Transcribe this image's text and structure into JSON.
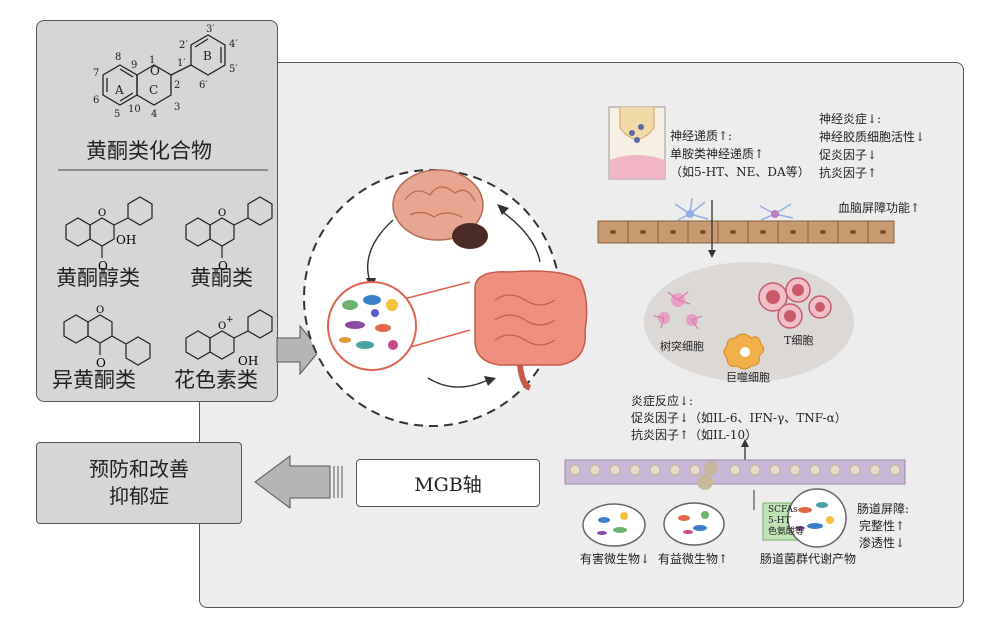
{
  "flavonoids": {
    "title": "黄酮类化合物",
    "classes": [
      "黄酮醇类",
      "黄酮类",
      "异黄酮类",
      "花色素类"
    ],
    "ring_labels": {
      "A": "A",
      "B": "B",
      "C": "C"
    },
    "atom_numbers": [
      "1",
      "2",
      "3",
      "4",
      "5",
      "6",
      "7",
      "8",
      "9",
      "10",
      "1′",
      "2′",
      "3′",
      "4′",
      "5′",
      "6′"
    ],
    "substituents": {
      "O": "O",
      "OH": "OH",
      "O_plus": "+"
    }
  },
  "prevention": {
    "line1": "预防和改善",
    "line2": "抑郁症"
  },
  "mgb_axis": "MGB轴",
  "neurotransmitter": {
    "line1": "神经递质↑:",
    "line2": "单胺类神经递质↑",
    "line3": "（如5-HT、NE、DA等）"
  },
  "neuroinflammation": {
    "line1": "神经炎症↓:",
    "line2": "神经胶质细胞活性↓",
    "line3": "促炎因子↓",
    "line4": "抗炎因子↑"
  },
  "bbb": "血脑屏障功能↑",
  "immune_cells": {
    "dendritic": "树突细胞",
    "t_cell": "T细胞",
    "macrophage": "巨噬细胞"
  },
  "inflammation": {
    "line1": "炎症反应↓:",
    "line2": "促炎因子↓（如IL-6、IFN-γ、TNF-α）",
    "line3": "抗炎因子↑（如IL-10）"
  },
  "metabolite_tag": {
    "line1": "SCFAs",
    "line2": "5-HT",
    "line3": "色氨酸等"
  },
  "gut_barrier": {
    "line1": "肠道屏障:",
    "line2": "完整性↑",
    "line3": "渗透性↓"
  },
  "microbes": {
    "harmful": "有害微生物↓",
    "beneficial": "有益微生物↑",
    "metabolites": "肠道菌群代谢产物"
  },
  "colors": {
    "panel_gray": "#d6d6d6",
    "background_gray": "#ededed",
    "brain": "#e8a58f",
    "intestine": "#ef8f7e",
    "membrane": "#c79a72",
    "neuron_blue": "#8fb0e0",
    "immune_pink": "#e7a0c4"
  }
}
